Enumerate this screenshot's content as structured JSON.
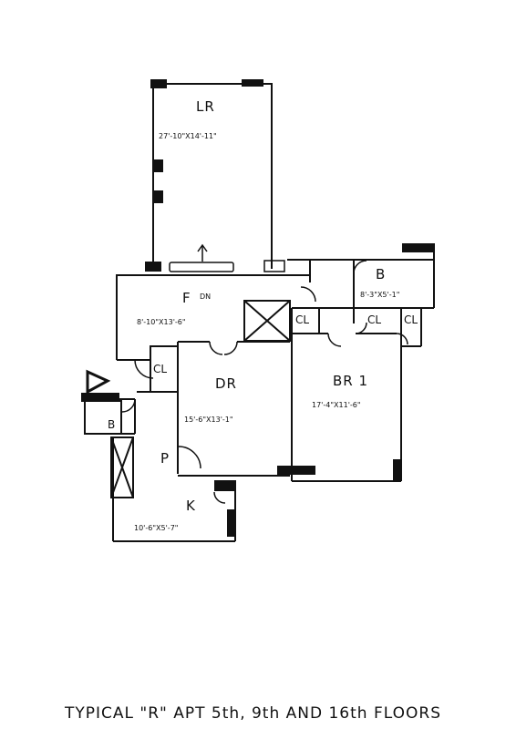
{
  "rooms": {
    "lr": {
      "name": "LR",
      "dims": "27'-10\"X14'-11\""
    },
    "foyer": {
      "name": "F",
      "tag": "DN",
      "dims": "8'-10\"X13'-6\""
    },
    "bath1": {
      "name": "B",
      "dims": "8'-3\"X5'-1\""
    },
    "dr": {
      "name": "DR",
      "dims": "15'-6\"X13'-1\""
    },
    "br1": {
      "name": "BR 1",
      "dims": "17'-4\"X11'-6\""
    },
    "bath2": {
      "name": "B"
    },
    "pantry": {
      "name": "P"
    },
    "kitchen": {
      "name": "K",
      "dims": "10'-6\"X5'-7\""
    },
    "closets": {
      "cl_foyer_right": "CL",
      "cl_entry": "CL",
      "cl_br_left": "CL",
      "cl_br_right": "CL"
    }
  },
  "caption": "TYPICAL \"R\" APT 5th, 9th AND 16th FLOORS"
}
